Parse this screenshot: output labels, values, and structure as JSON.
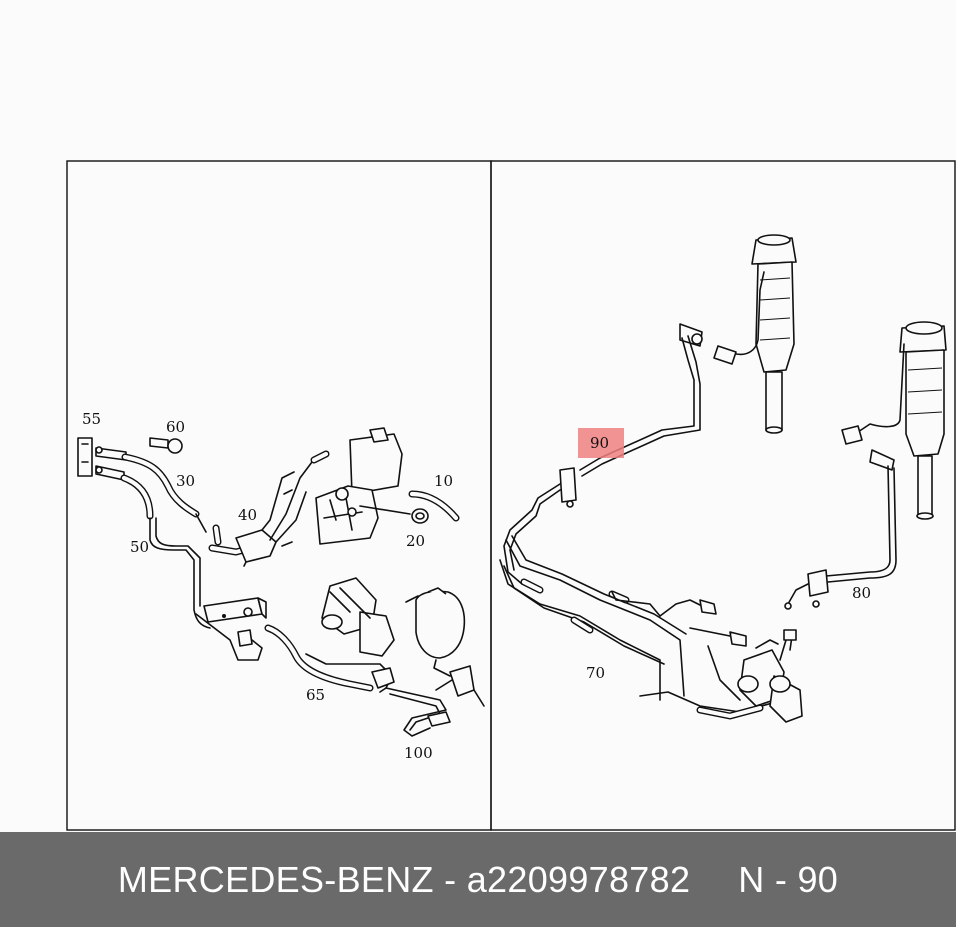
{
  "diagram": {
    "left_panel_labels": {
      "p55": "55",
      "p60": "60",
      "p30": "30",
      "p40": "40",
      "p10": "10",
      "p20": "20",
      "p50": "50",
      "p65": "65",
      "p100": "100"
    },
    "right_panel_labels": {
      "p90": "90",
      "p80": "80",
      "p70": "70"
    },
    "highlight_color": "#f08080",
    "highlighted_item": "90"
  },
  "footer": {
    "brand": "MERCEDES-BENZ",
    "separator": "-",
    "part_number": "a2209978782",
    "position": "N - 90"
  }
}
